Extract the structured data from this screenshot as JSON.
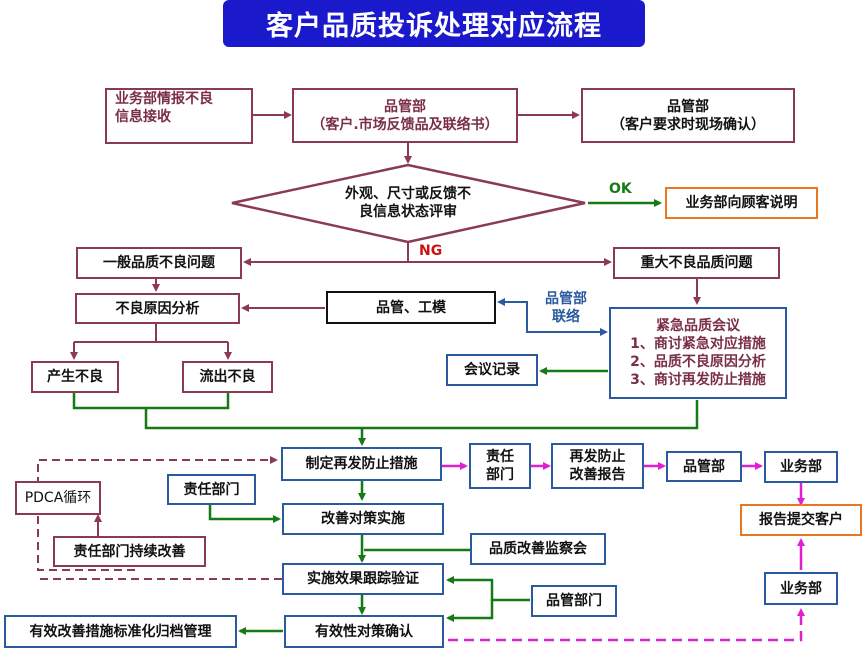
{
  "title": "客户品质投诉处理对应流程",
  "nodes": {
    "info_receive": [
      "业务部情报不良",
      "信息接收"
    ],
    "qa_feedback": [
      "品管部",
      "（客户.市场反馈品及联络书）"
    ],
    "qa_onsite": [
      "品管部",
      "（客户要求时现场确认）"
    ],
    "judge": [
      "外观、尺寸或反馈不",
      "良信息状态评审"
    ],
    "explain": "业务部向顾客说明",
    "general_issue": "一般品质不良问题",
    "major_issue": "重大不良品质问题",
    "cause_analysis": "不良原因分析",
    "qa_mold": "品管、工模",
    "qa_contact": [
      "品管部",
      "联络"
    ],
    "meeting": [
      "紧急品质会议",
      "1、商讨紧急对应措施",
      "2、品质不良原因分析",
      "3、商讨再发防止措施"
    ],
    "occur_defect": "产生不良",
    "outflow_defect": "流出不良",
    "minutes": "会议记录",
    "prevention": "制定再发防止措施",
    "resp_dept_short": [
      "责任",
      "部门"
    ],
    "recur_report": [
      "再发防止",
      "改善报告"
    ],
    "qa_dept": "品管部",
    "sales_top": "业务部",
    "pdca": "PDCA循环",
    "resp_dept": "责任部门",
    "implement": "改善对策实施",
    "report_customer": "报告提交客户",
    "continuous": "责任部门持续改善",
    "qc_committee": "品质改善监察会",
    "verify": "实施效果跟踪验证",
    "qa_dept2": "品管部门",
    "sales_bottom": "业务部",
    "standardize": "有效改善措施标准化归档管理",
    "confirm": "有效性对策确认"
  },
  "edge_labels": {
    "ok": "OK",
    "ng": "NG"
  },
  "colors": {
    "maroon": "#8a3a55",
    "blue": "#2b5a9e",
    "green": "#157a15",
    "magenta": "#e020d0",
    "orange": "#e87722",
    "ok": "#157a15",
    "ng": "#cc1111"
  }
}
